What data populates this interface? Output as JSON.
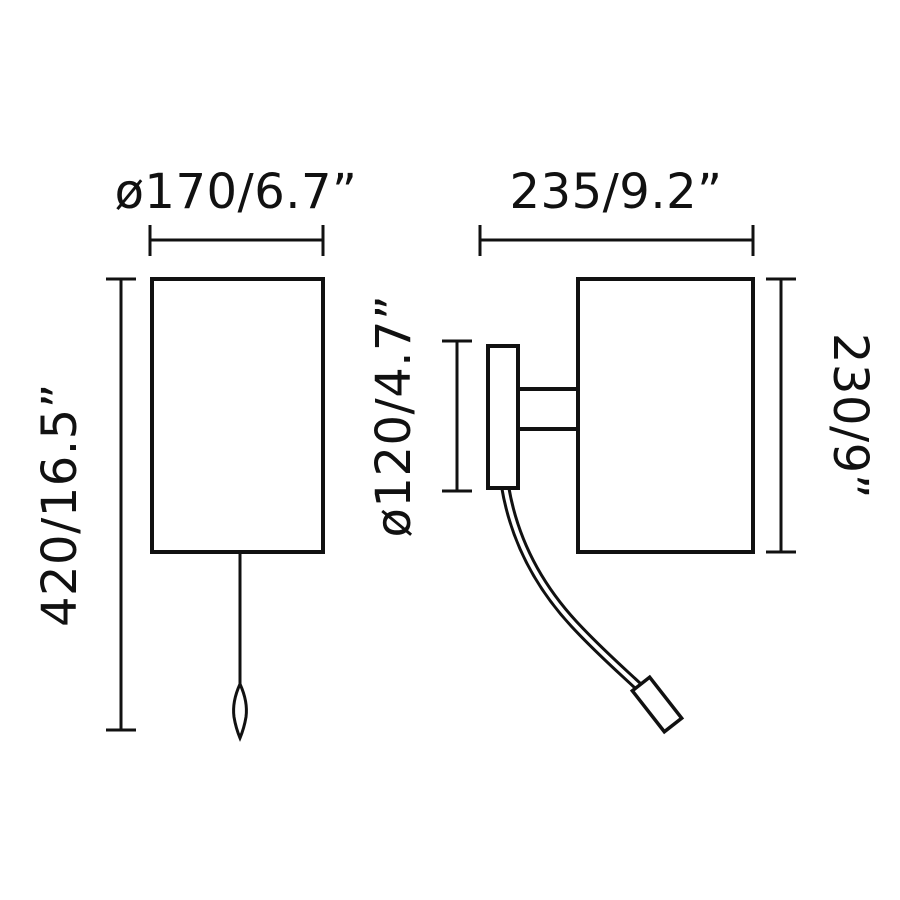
{
  "page": {
    "background": "#ffffff"
  },
  "diagram": {
    "name": "Wall lamp dimensional line drawing, front and side views",
    "line_color": "#111111",
    "front_view": {
      "shade_width_label": "ø170/6.7”",
      "overall_height_label": "420/16.5”"
    },
    "side_view": {
      "depth_label": "235/9.2”",
      "backplate_height_label": "ø120/4.7”",
      "shade_height_label": "230/9”"
    }
  }
}
